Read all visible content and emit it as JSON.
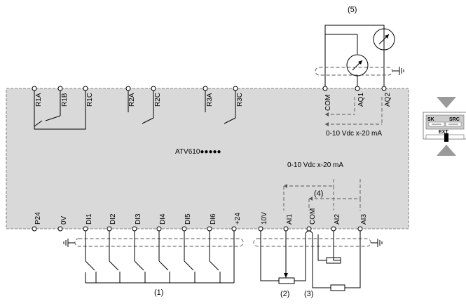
{
  "drive": {
    "model": "ATV610●●●●●",
    "top_terminals": [
      "R1A",
      "R1B",
      "R1C",
      "R2A",
      "R2C",
      "R3A",
      "R3C",
      "COM",
      "AQ1",
      "AQ2"
    ],
    "bottom_terminals": [
      "P24",
      "0V",
      "DI1",
      "DI2",
      "DI3",
      "DI4",
      "DI5",
      "DI6",
      "+24",
      "10V",
      "AI1",
      "COM",
      "AI2",
      "AI3"
    ],
    "analog_output_range": "0-10 Vdc x-20 mA",
    "analog_input_range": "0-10 Vdc x-20 mA"
  },
  "callouts": {
    "digital_inputs": "(1)",
    "potentiometer": "(2)",
    "common": "(3)",
    "analog_inputs": "(4)",
    "analog_meters": "(5)"
  },
  "switch": {
    "left_label": "SK",
    "right_label": "SRC",
    "bottom_label": "EXT"
  },
  "colors": {
    "drive_fill": "#d9d9d9",
    "switch_fill": "#cccccc",
    "arrow_fill": "#9a9a9a"
  }
}
